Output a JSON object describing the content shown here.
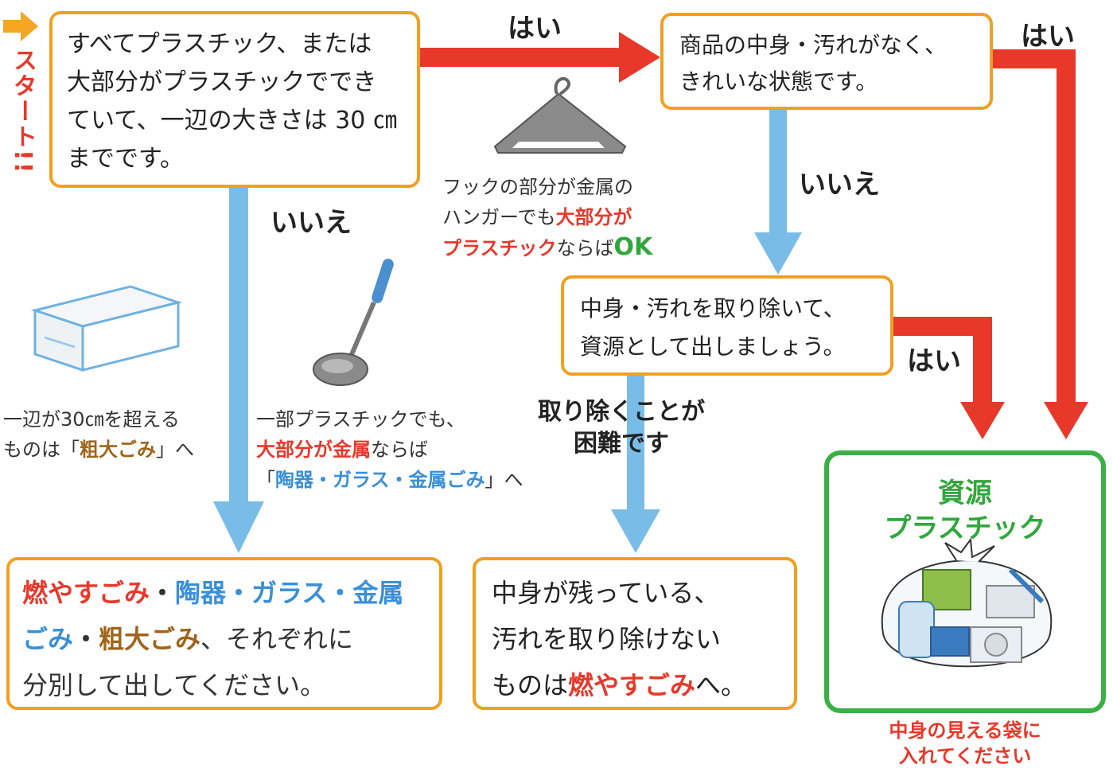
{
  "start": {
    "label": "スタート!!"
  },
  "colors": {
    "yes_arrow": "#e8382a",
    "no_arrow": "#79bce8",
    "box_border": "#f0a020",
    "resource_border": "#3ab046"
  },
  "start_box": {
    "lines": [
      "すべてプラスチック、または",
      "大部分がプラスチックででき",
      "ていて、一辺の大きさは 30 ㎝",
      "までです。"
    ]
  },
  "labels": {
    "yes_top": "はい",
    "yes_right": "はい",
    "yes_middle": "はい",
    "no_left": "いいえ",
    "no_right": "いいえ"
  },
  "clean_box": {
    "lines": [
      "商品の中身・汚れがなく、",
      "きれいな状態です。"
    ]
  },
  "remove_box": {
    "lines": [
      "中身・汚れを取り除いて、",
      "資源として出しましょう。"
    ]
  },
  "difficult_label": {
    "lines": [
      "取り除くことが",
      "困難です"
    ]
  },
  "hanger_note": {
    "line1": "フックの部分が金属の",
    "line2a": "ハンガーでも",
    "line2b": "大部分が",
    "line3a": "プラスチック",
    "line3b": "ならば",
    "line3c": "OK"
  },
  "bulky_note": {
    "line1": "一辺が30㎝を超える",
    "line2a": "ものは「",
    "line2b": "粗大ごみ",
    "line2c": "」へ"
  },
  "ladle_note": {
    "line1": "一部プラスチックでも、",
    "line2a": "大部分が金属",
    "line2b": "ならば",
    "line3a": "「",
    "line3b": "陶器・ガラス・金属ごみ",
    "line3c": "」へ"
  },
  "sort_box": {
    "p1": "燃やすごみ",
    "p2": "・",
    "p3": "陶器・ガラス・金属",
    "p4": "ごみ",
    "p5": "・",
    "p6": "粗大ごみ",
    "p7": "、それぞれに",
    "p8": "分別して出してください。"
  },
  "residue_box": {
    "line1": "中身が残っている、",
    "line2": "汚れを取り除けない",
    "line3a": "ものは",
    "line3b": "燃やすごみ",
    "line3c": "へ。"
  },
  "resource_box": {
    "title1": "資源",
    "title2": "プラスチック"
  },
  "bag_note": {
    "line1": "中身の見える袋に",
    "line2": "入れてください"
  },
  "icons": {
    "start_arrow": "arrow-right-icon",
    "hanger": "hanger-icon",
    "storage_box": "storage-box-icon",
    "ladle": "ladle-icon",
    "bag": "plastic-bag-icon"
  }
}
